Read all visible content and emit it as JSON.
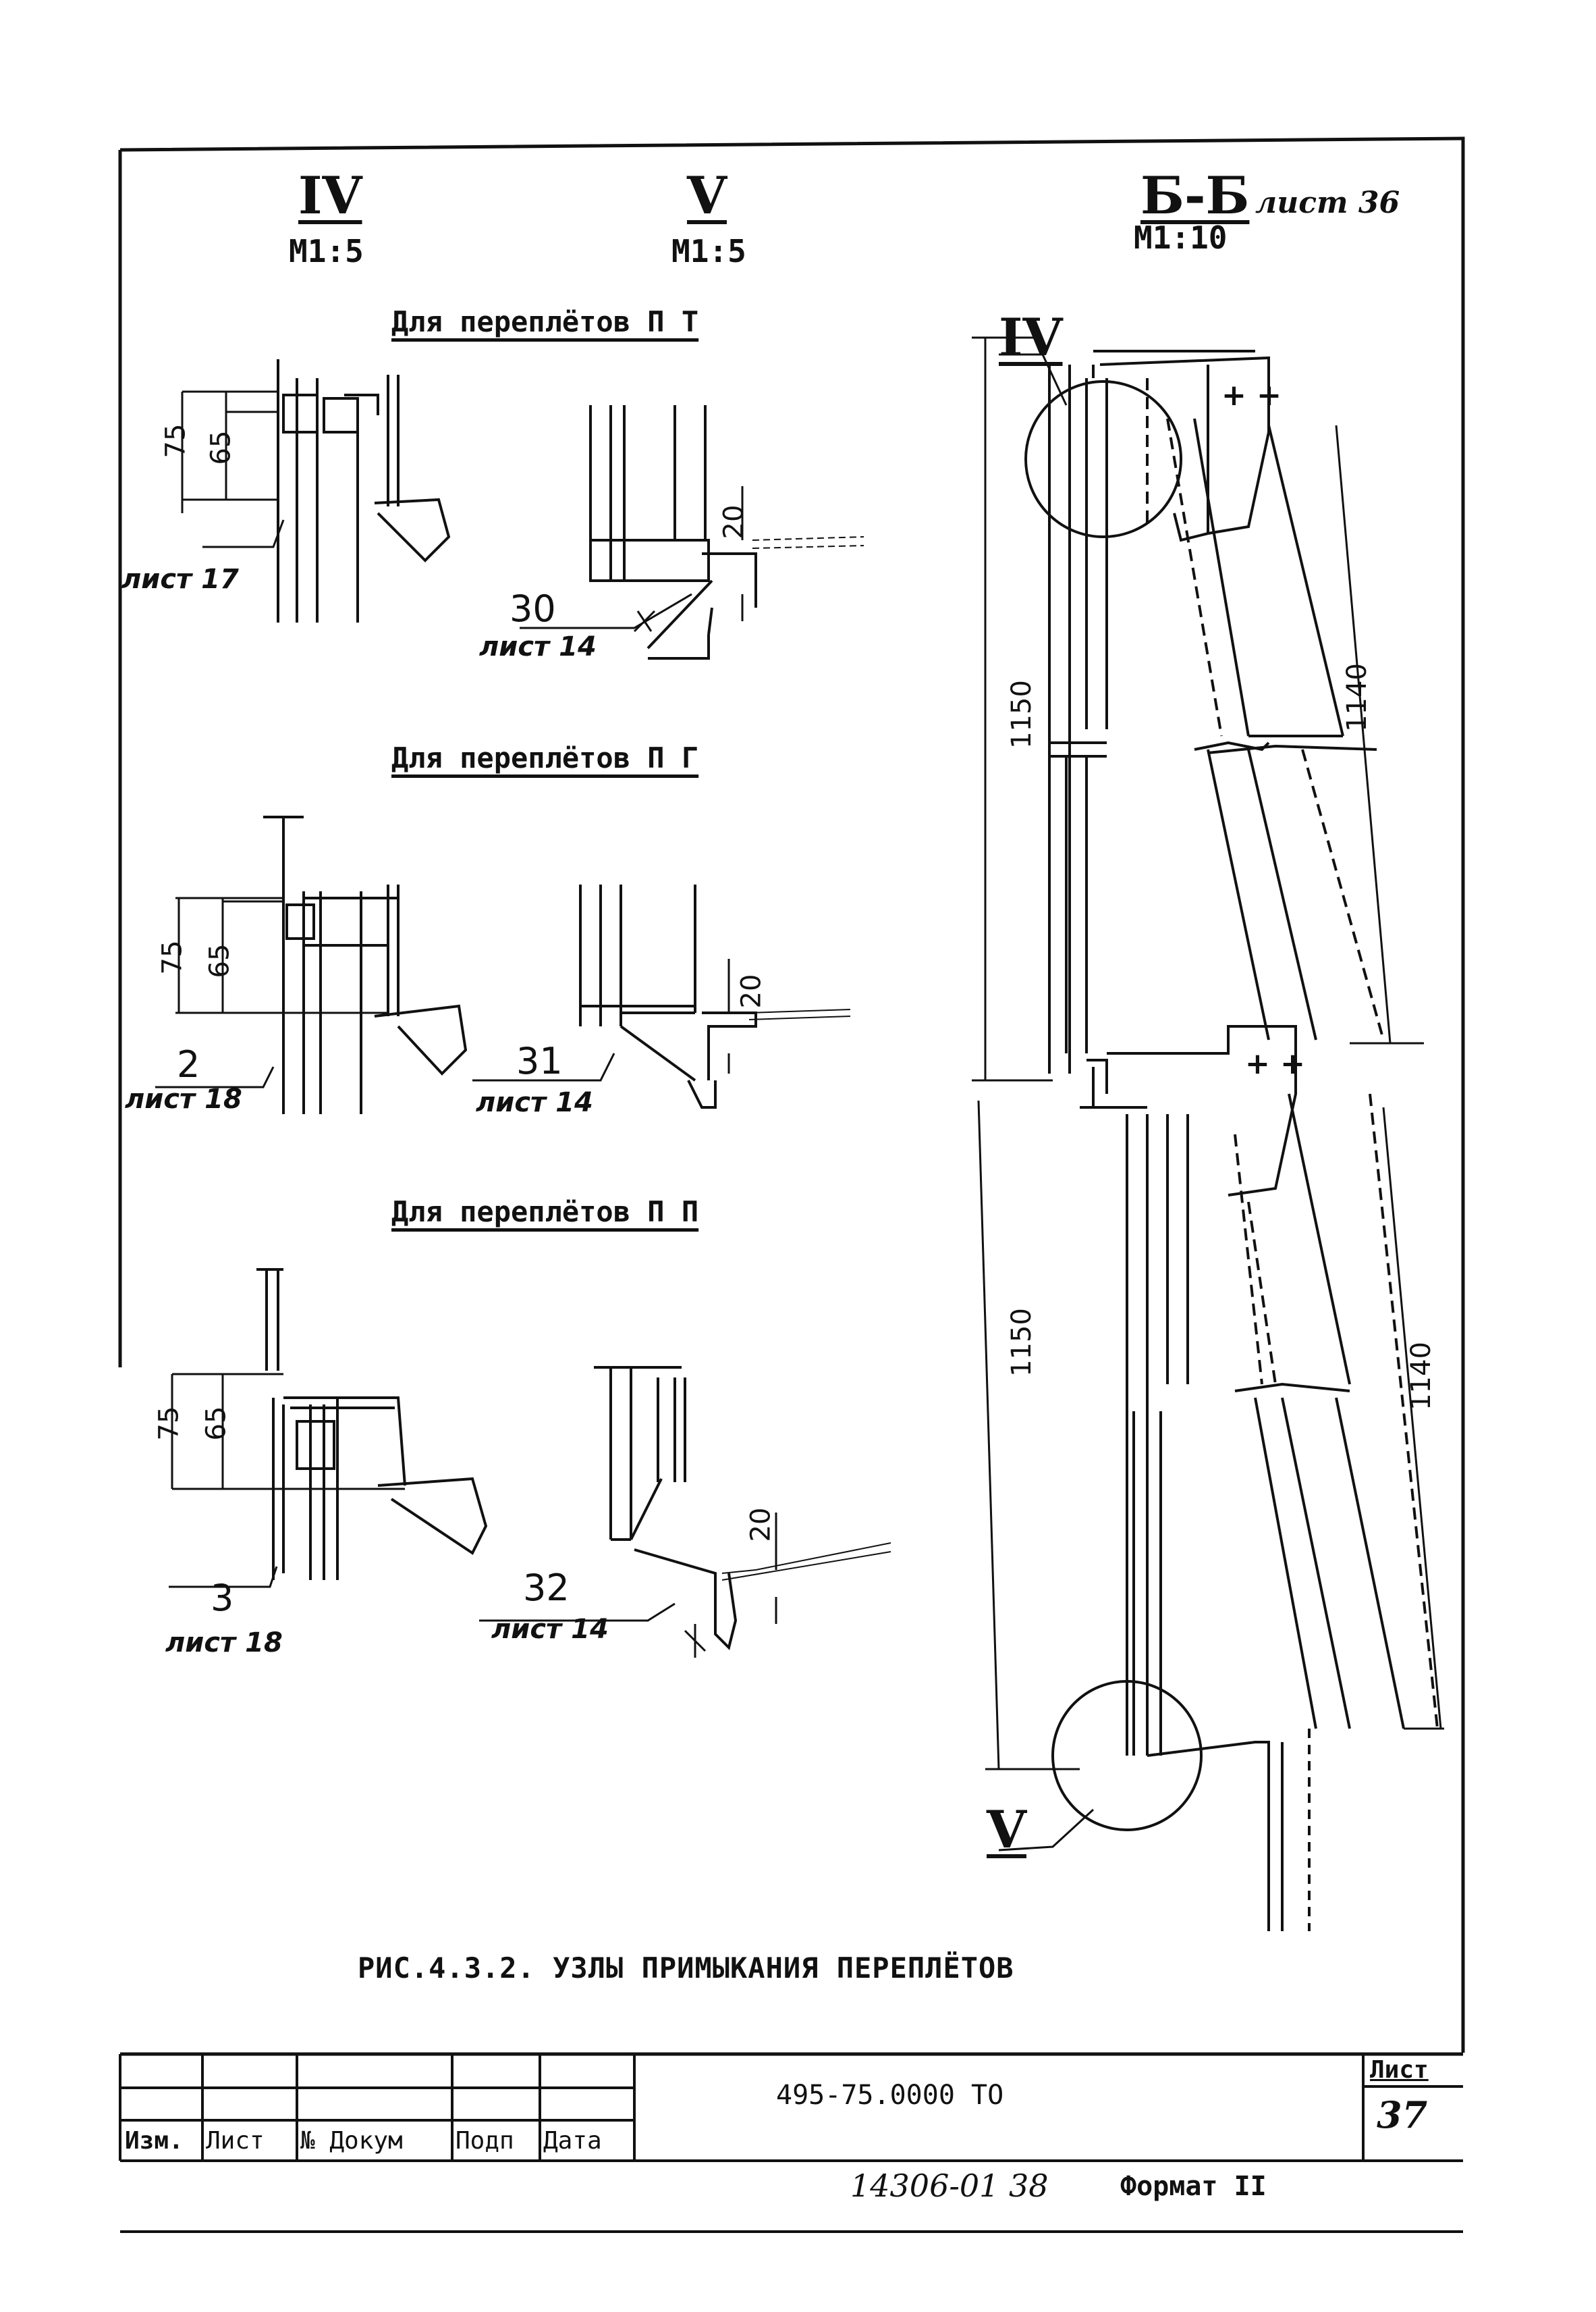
{
  "views": {
    "iv": {
      "numeral": "IV",
      "scale": "M1:5"
    },
    "v": {
      "numeral": "V",
      "scale": "M1:5"
    },
    "section": {
      "label": "Б-Б",
      "scale": "M1:10",
      "sheet_ref": "лист 36"
    }
  },
  "groups": [
    {
      "title": "Для переплётов П Т",
      "dims": [
        "75",
        "65",
        "20"
      ],
      "left_ref": {
        "sheet": "лист 17"
      },
      "right_ref": {
        "num": "30",
        "sheet": "лист 14"
      }
    },
    {
      "title": "Для переплётов П Г",
      "dims": [
        "75",
        "65",
        "20"
      ],
      "left_ref": {
        "num": "2",
        "sheet": "лист 18"
      },
      "right_ref": {
        "num": "31",
        "sheet": "лист 14"
      }
    },
    {
      "title": "Для переплётов П П",
      "dims": [
        "75",
        "65",
        "20"
      ],
      "left_ref": {
        "num": "3",
        "sheet": "лист 18"
      },
      "right_ref": {
        "num": "32",
        "sheet": "лист 14"
      }
    }
  ],
  "section_dims": [
    "1150",
    "1140",
    "1150",
    "1140"
  ],
  "section_callouts": [
    "IV",
    "V"
  ],
  "caption": "РИС.4.3.2. УЗЛЫ ПРИМЫКАНИЯ ПЕРЕПЛЁТОВ",
  "title_block": {
    "columns": [
      "Изм.",
      "Лист",
      "№ Докум",
      "Подп",
      "Дата"
    ],
    "doc_code": "495-75.0000 ТО",
    "sheet_label": "Лист",
    "sheet_number": "37",
    "footer_left": "14306-01 38",
    "footer_right": "Формат II"
  }
}
